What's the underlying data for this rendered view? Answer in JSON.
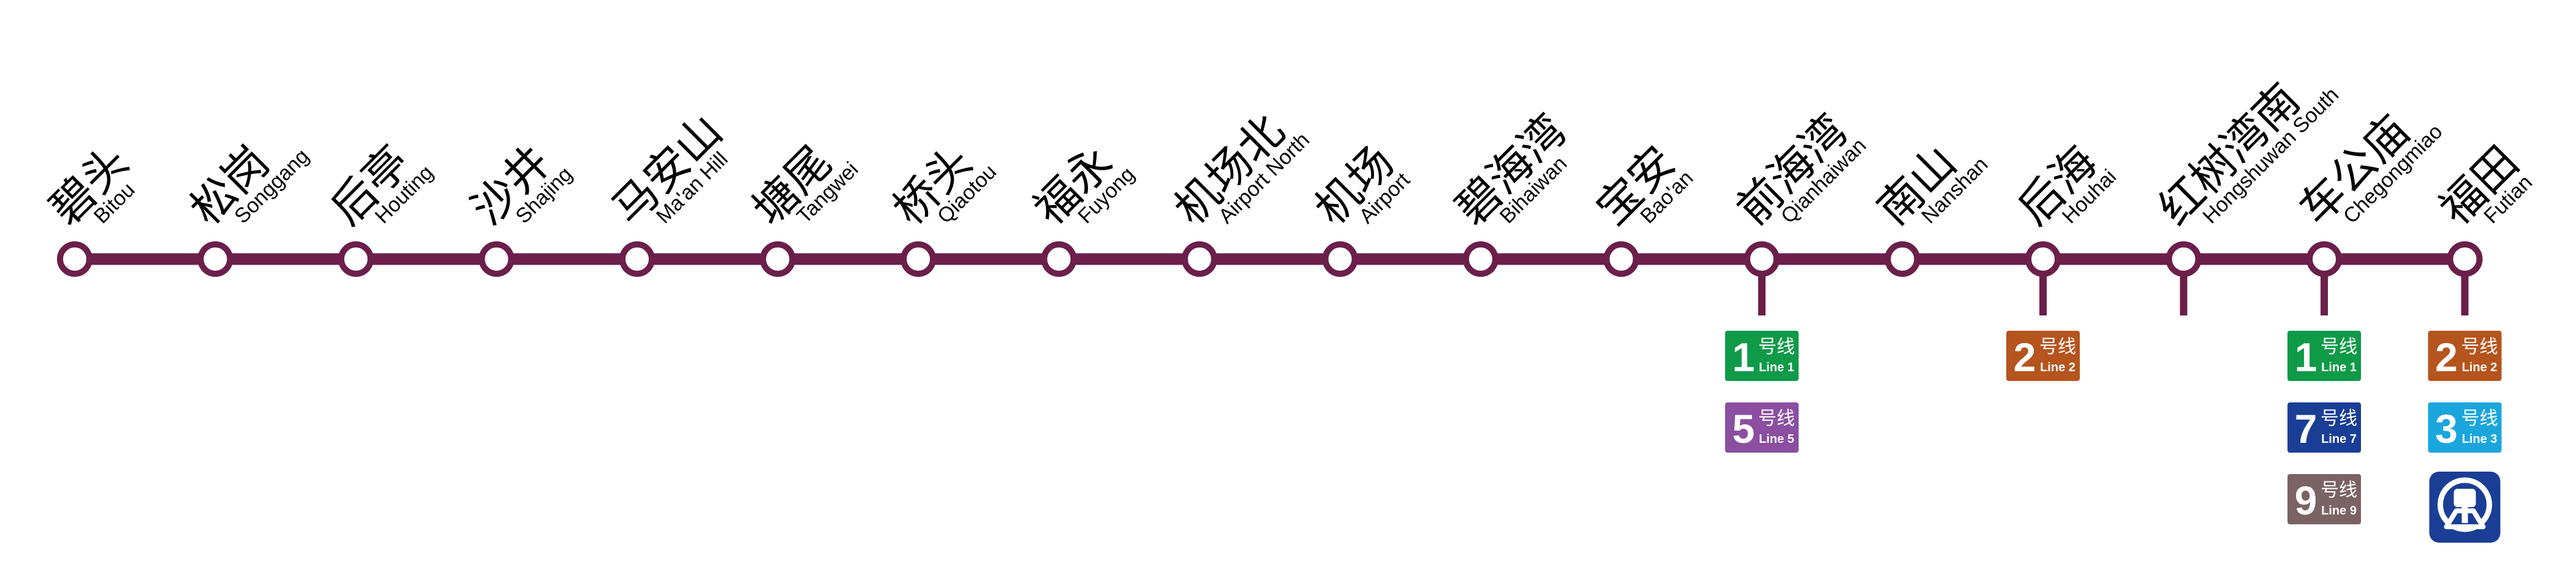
{
  "line": {
    "color": "#6b1f4a"
  },
  "stations": [
    {
      "zh": "碧头",
      "en": "Bitou",
      "transfers": []
    },
    {
      "zh": "松岗",
      "en": "Songgang",
      "transfers": []
    },
    {
      "zh": "后亭",
      "en": "Houting",
      "transfers": []
    },
    {
      "zh": "沙井",
      "en": "Shajing",
      "transfers": []
    },
    {
      "zh": "马安山",
      "en": "Ma'an Hill",
      "transfers": []
    },
    {
      "zh": "塘尾",
      "en": "Tangwei",
      "transfers": []
    },
    {
      "zh": "桥头",
      "en": "Qiaotou",
      "transfers": []
    },
    {
      "zh": "福永",
      "en": "Fuyong",
      "transfers": []
    },
    {
      "zh": "机场北",
      "en": "Airport North",
      "transfers": []
    },
    {
      "zh": "机场",
      "en": "Airport",
      "transfers": []
    },
    {
      "zh": "碧海湾",
      "en": "Bihaiwan",
      "transfers": []
    },
    {
      "zh": "宝安",
      "en": "Bao'an",
      "transfers": []
    },
    {
      "zh": "前海湾",
      "en": "Qianhaiwan",
      "transfers": [
        "L1",
        "L5"
      ]
    },
    {
      "zh": "南山",
      "en": "Nanshan",
      "transfers": []
    },
    {
      "zh": "后海",
      "en": "Houhai",
      "transfers": [
        "L2"
      ]
    },
    {
      "zh": "红树湾南",
      "en": "Hongshuwan South",
      "transfers": []
    },
    {
      "zh": "车公庙",
      "en": "Chegongmiao",
      "transfers": [
        "L1",
        "L7",
        "L9"
      ]
    },
    {
      "zh": "福田",
      "en": "Futian",
      "transfers": [
        "L2",
        "L3",
        "RAIL"
      ]
    }
  ],
  "lines": {
    "L1": {
      "num": "1",
      "zh": "号线",
      "en": "Line 1",
      "color": "#0f9a48"
    },
    "L2": {
      "num": "2",
      "zh": "号线",
      "en": "Line 2",
      "color": "#b5541d"
    },
    "L3": {
      "num": "3",
      "zh": "号线",
      "en": "Line 3",
      "color": "#1aa6dd"
    },
    "L5": {
      "num": "5",
      "zh": "号线",
      "en": "Line 5",
      "color": "#8b4ea1"
    },
    "L7": {
      "num": "7",
      "zh": "号线",
      "en": "Line 7",
      "color": "#1a3e96"
    },
    "L9": {
      "num": "9",
      "zh": "号线",
      "en": "Line 9",
      "color": "#7b6264"
    }
  },
  "railway": {
    "icon": "china-railway-icon",
    "color": "#1a3e96"
  }
}
